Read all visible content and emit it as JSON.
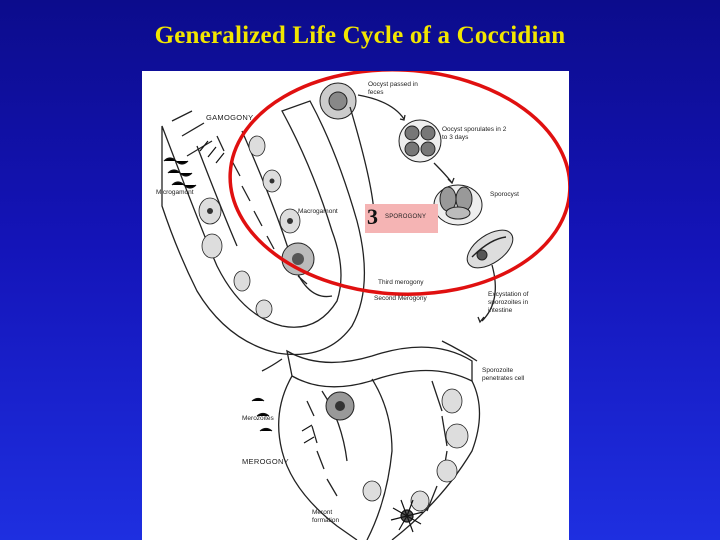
{
  "title": "Generalized Life Cycle of a Coccidian",
  "highlight": {
    "number": "3",
    "stage": "SPOROGONY",
    "color": "#e01010"
  },
  "labels": {
    "oocyst_passed": "Oocyst passed in feces",
    "oocyst_sporulates": "Oocyst sporulates in 2 to 3 days",
    "sporocyst": "Sporocyst",
    "excystation": "Excystation of sporozoites in intestine",
    "sporozoite_penetrates": "Sporozoite penetrates cell",
    "gamogony": "GAMOGONY",
    "microgamont": "Microgamont",
    "macrogamont": "Macrogamont",
    "third_merogony": "Third merogony",
    "second_merogony": "Second Merogony",
    "merozoites": "Merozoites",
    "merogony": "MEROGONY",
    "meront_formation": "Meront formation"
  }
}
